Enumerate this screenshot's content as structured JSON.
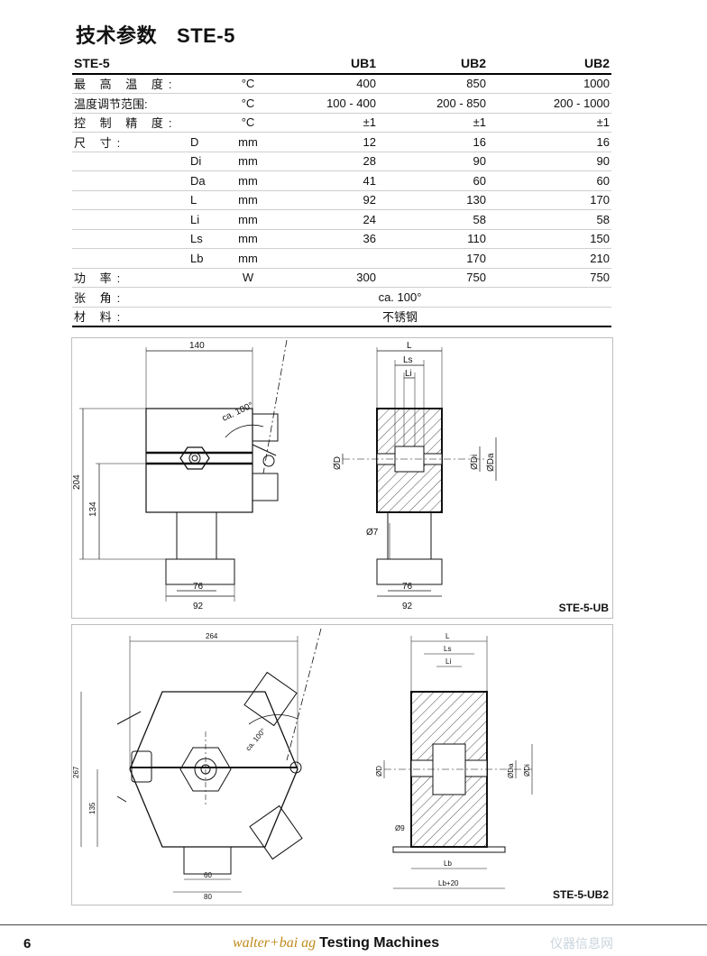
{
  "title": {
    "cn": "技术参数",
    "model": "STE-5"
  },
  "table": {
    "header": {
      "model": "STE-5",
      "cols": [
        "UB1",
        "UB2",
        "UB2"
      ]
    },
    "rows": [
      {
        "label": "最 高 温 度:",
        "sym": "",
        "unit": "°C",
        "v": [
          "400",
          "850",
          "1000"
        ]
      },
      {
        "label": "温度调节范围:",
        "sym": "",
        "unit": "°C",
        "v": [
          "100 - 400",
          "200 - 850",
          "200 - 1000"
        ]
      },
      {
        "label": "控 制 精 度:",
        "sym": "",
        "unit": "°C",
        "v": [
          "±1",
          "±1",
          "±1"
        ]
      },
      {
        "label": "尺      寸:",
        "sym": "D",
        "unit": "mm",
        "v": [
          "12",
          "16",
          "16"
        ]
      },
      {
        "label": "",
        "sym": "Di",
        "unit": "mm",
        "v": [
          "28",
          "90",
          "90"
        ]
      },
      {
        "label": "",
        "sym": "Da",
        "unit": "mm",
        "v": [
          "41",
          "60",
          "60"
        ]
      },
      {
        "label": "",
        "sym": "L",
        "unit": "mm",
        "v": [
          "92",
          "130",
          "170"
        ]
      },
      {
        "label": "",
        "sym": "Li",
        "unit": "mm",
        "v": [
          "24",
          "58",
          "58"
        ]
      },
      {
        "label": "",
        "sym": "Ls",
        "unit": "mm",
        "v": [
          "36",
          "110",
          "150"
        ]
      },
      {
        "label": "",
        "sym": "Lb",
        "unit": "mm",
        "v": [
          "",
          "170",
          "210"
        ]
      },
      {
        "label": "功      率:",
        "sym": "",
        "unit": "W",
        "v": [
          "300",
          "750",
          "750"
        ]
      }
    ],
    "span_rows": [
      {
        "label": "张      角:",
        "value": "ca. 100°"
      },
      {
        "label": "材      料:",
        "value": "不锈钢"
      }
    ]
  },
  "drawing1": {
    "label": "STE-5-UB",
    "dims": {
      "w140": "140",
      "angle": "ca. 100°",
      "h204": "204",
      "h134": "134",
      "w76": "76",
      "w92": "92",
      "L": "L",
      "Ls": "Ls",
      "Li": "Li",
      "D": "ØD",
      "Di": "ØDi",
      "Da": "ØDa",
      "d7": "Ø7",
      "w76b": "76",
      "w92b": "92"
    }
  },
  "drawing2": {
    "label": "STE-5-UB2",
    "dims": {
      "w264": "264",
      "angle": "ca. 100°",
      "h267": "267",
      "h135": "135",
      "w60": "60",
      "w80": "80",
      "L": "L",
      "Ls": "Ls",
      "Li": "Li",
      "D": "ØD",
      "Da": "ØDa",
      "Di": "ØDi",
      "d9": "Ø9",
      "Lb": "Lb",
      "Lb20": "Lb+20"
    }
  },
  "footer": {
    "page": "6",
    "company": "walter+bai ag",
    "tagline": "Testing Machines",
    "watermark": "仪器信息网"
  }
}
